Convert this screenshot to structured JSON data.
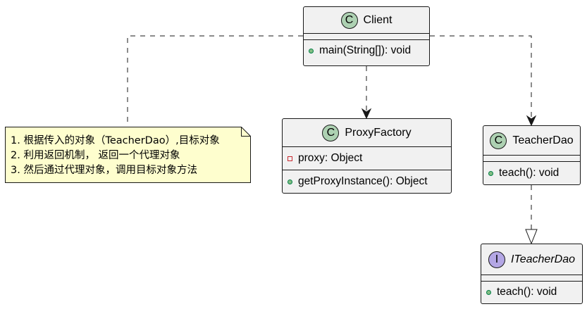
{
  "classes": {
    "client": {
      "stereotype": "C",
      "name": "Client",
      "methods": [
        "main(String[]): void"
      ]
    },
    "proxy_factory": {
      "stereotype": "C",
      "name": "ProxyFactory",
      "fields": [
        "proxy: Object"
      ],
      "methods": [
        "getProxyInstance(): Object"
      ]
    },
    "teacher_dao": {
      "stereotype": "C",
      "name": "TeacherDao",
      "methods": [
        "teach(): void"
      ]
    },
    "iteacher_dao": {
      "stereotype": "I",
      "name": "ITeacherDao",
      "methods": [
        "teach(): void"
      ]
    }
  },
  "note": {
    "lines": [
      "1. 根据传入的对象（TeacherDao）,目标对象",
      "2. 利用返回机制， 返回一个代理对象",
      "3. 然后通过代理对象，调用目标对象方法"
    ]
  },
  "relations": [
    {
      "from": "Client",
      "to": "ProxyFactory",
      "kind": "dependency"
    },
    {
      "from": "Client",
      "to": "TeacherDao",
      "kind": "dependency"
    },
    {
      "from": "TeacherDao",
      "to": "ITeacherDao",
      "kind": "realization"
    },
    {
      "from": "Client",
      "to": "note",
      "kind": "note-link"
    }
  ],
  "colors": {
    "class_fill": "#f1f1f1",
    "class_badge": "#add1b2",
    "interface_badge": "#b4a7e5",
    "note_fill": "#fefece",
    "line": "#181818"
  }
}
